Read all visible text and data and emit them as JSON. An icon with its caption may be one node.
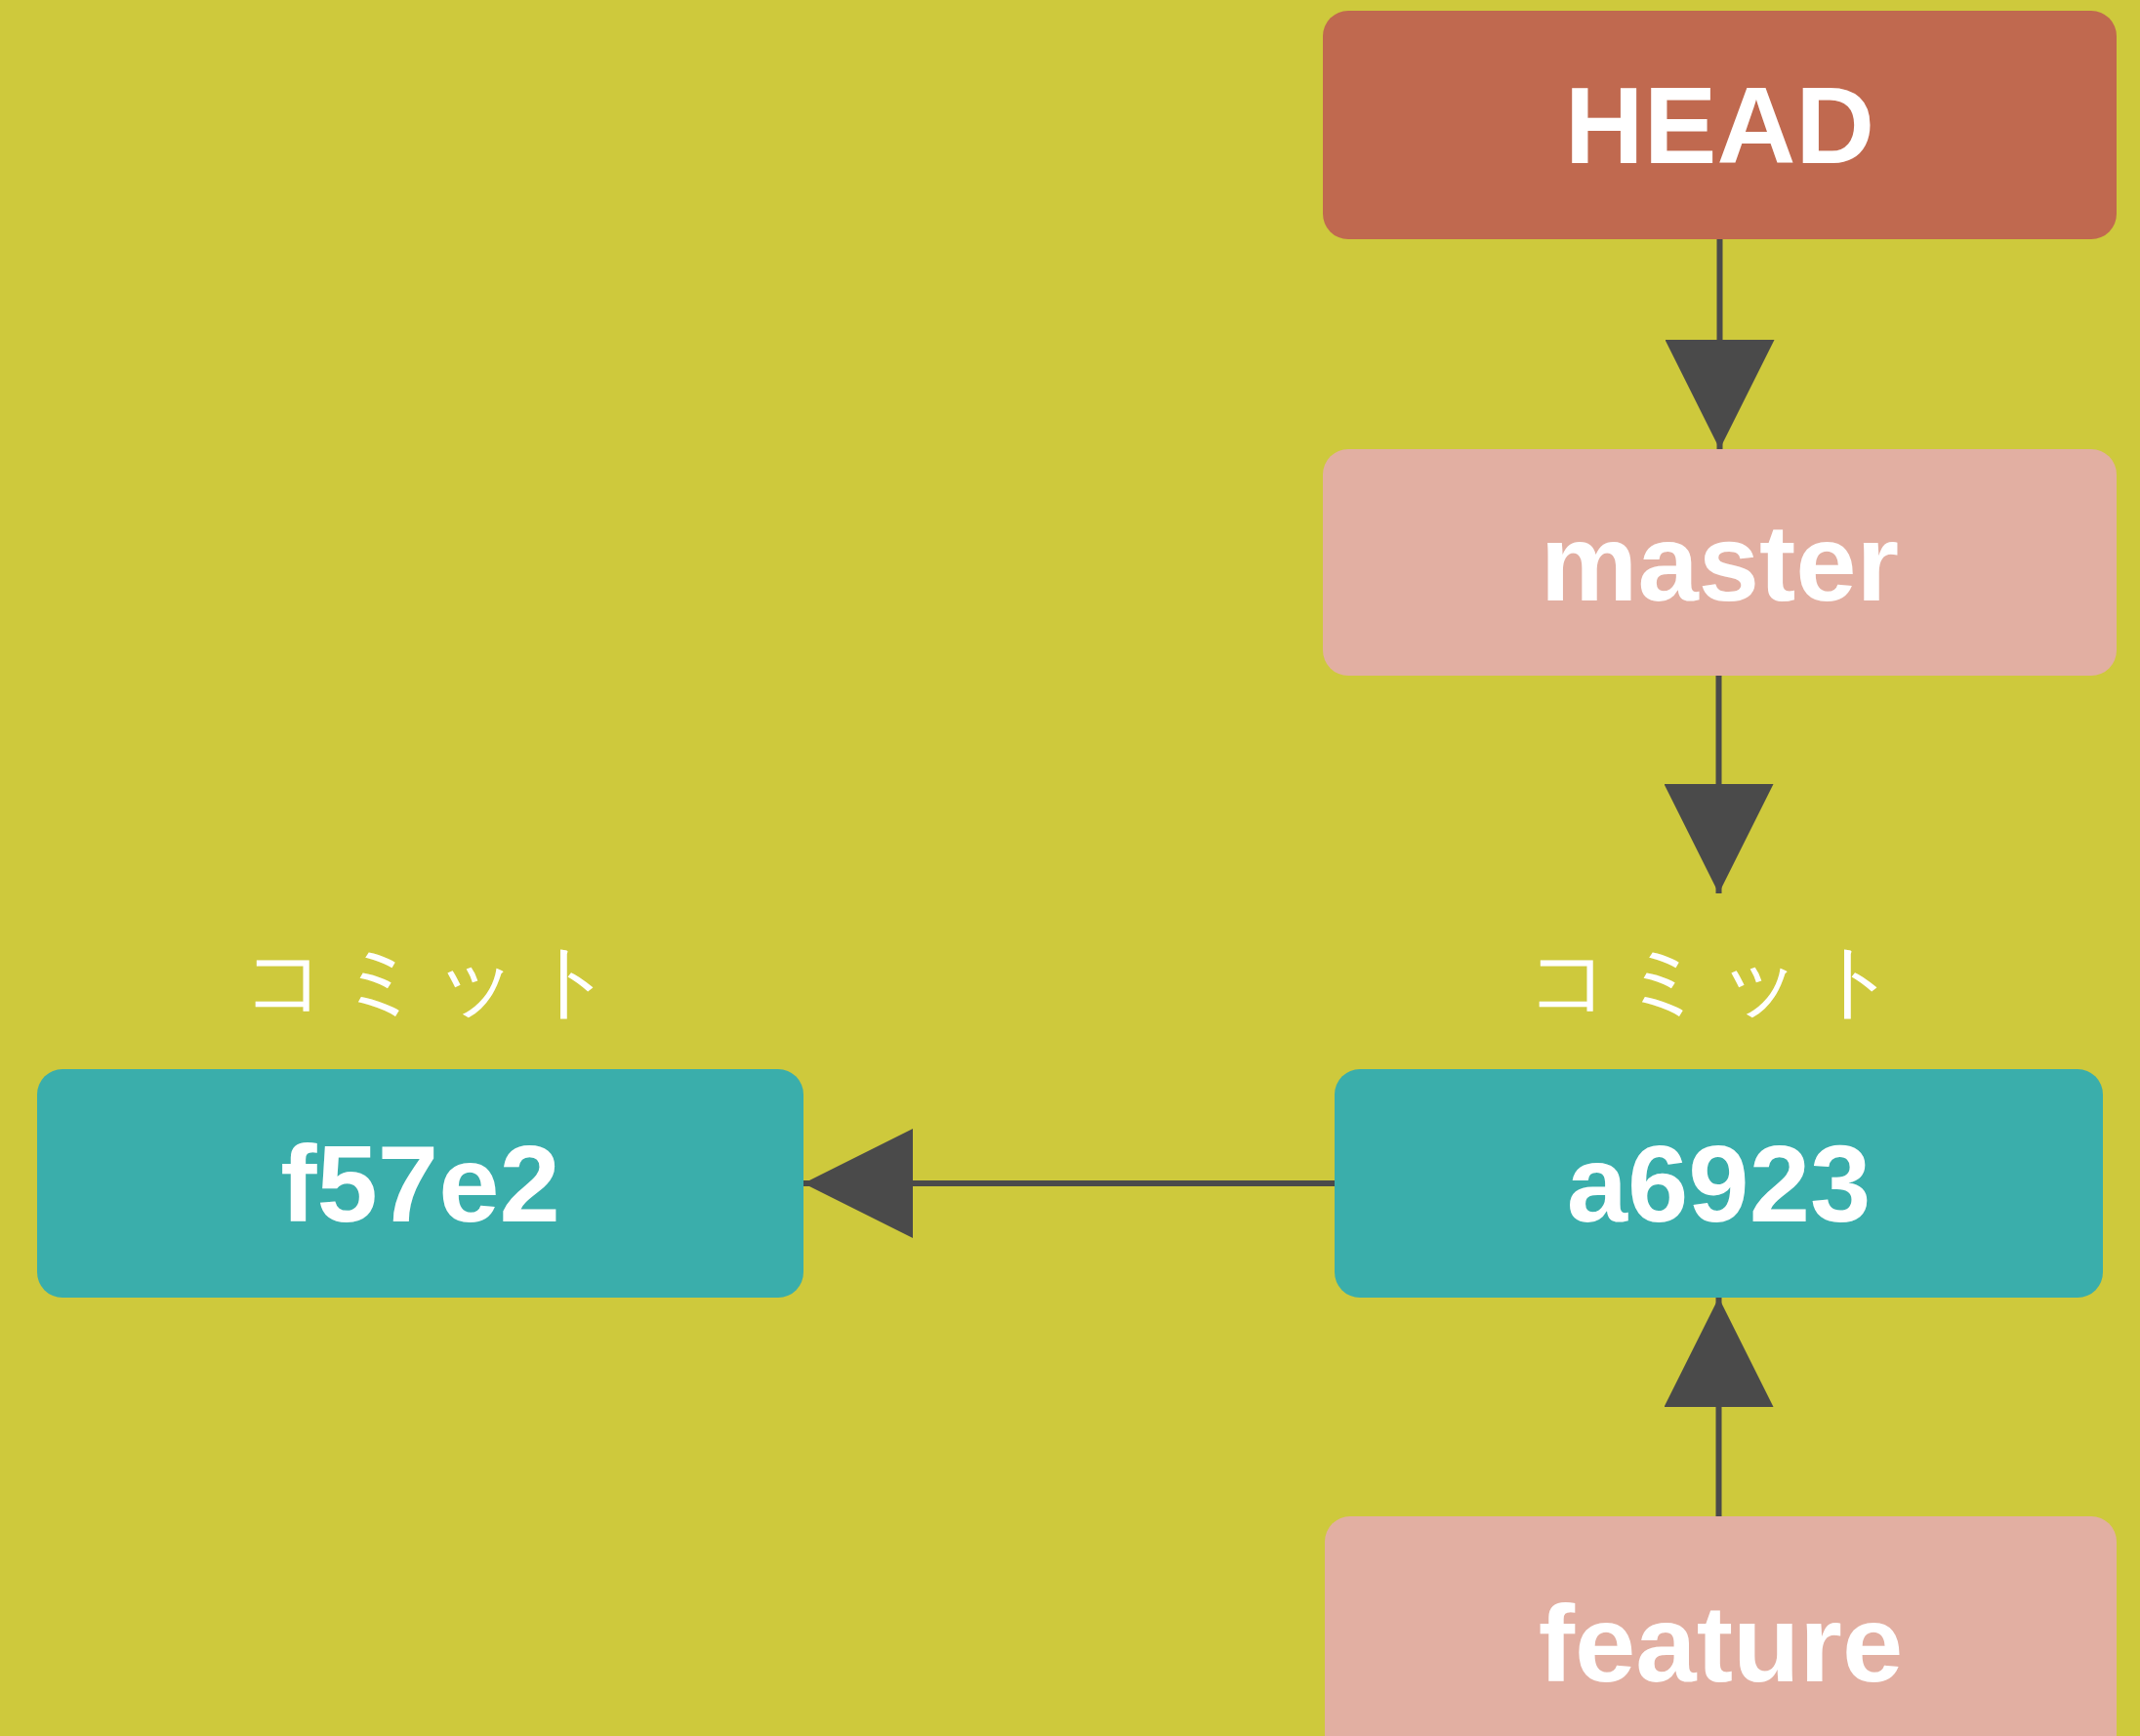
{
  "diagram": {
    "nodes": [
      {
        "text": [
          "HEAD"
        ]
      },
      {
        "text": [
          "master"
        ]
      },
      {
        "text": [
          "f57e2"
        ],
        "beside": [
          "コミット"
        ]
      },
      {
        "text": [
          "a6923"
        ],
        "beside": [
          "コミット"
        ]
      },
      {
        "text": [
          "feature"
        ]
      }
    ],
    "edges": [
      {
        "from": 0,
        "to": 1,
        "arrow": "to"
      },
      {
        "from": 1,
        "to": 3,
        "arrow": "to"
      },
      {
        "from": 3,
        "to": 2,
        "arrow": "to"
      },
      {
        "from": 4,
        "to": 3,
        "arrow": "to"
      }
    ]
  }
}
